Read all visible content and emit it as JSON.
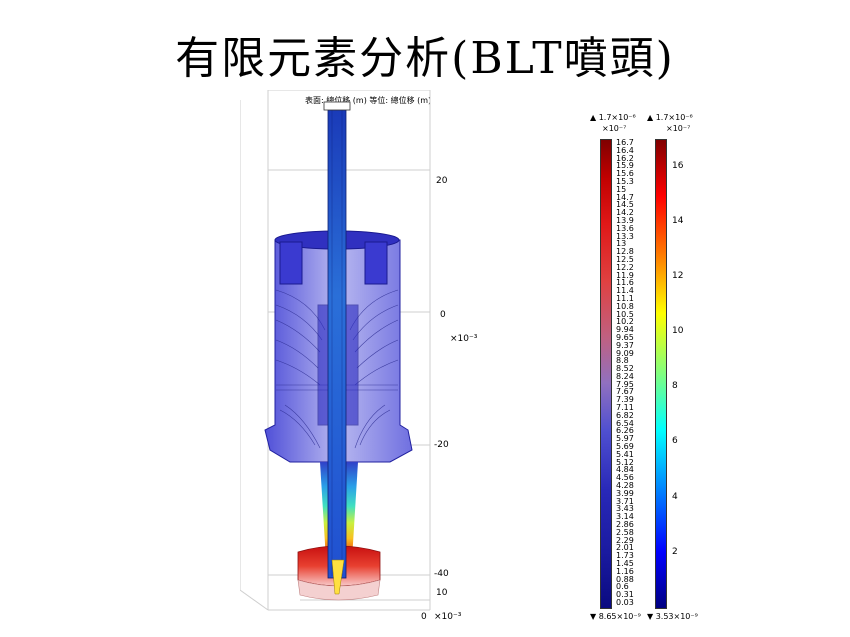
{
  "slide": {
    "title": "有限元素分析(BLT噴頭)"
  },
  "figure": {
    "caption": "表面: 總位移 (m)  等位: 總位移 (m)",
    "z_axis": {
      "ticks": [
        "20",
        "0",
        "-20",
        "-40"
      ],
      "unit": "×10⁻³"
    },
    "x_axis": {
      "ticks": [
        "10",
        "0"
      ],
      "unit": "×10⁻³"
    }
  },
  "legend_surface": {
    "max_label": "▲ 1.7×10⁻⁶",
    "scale_label": "×10⁻⁷",
    "min_label": "▼ 8.65×10⁻⁹",
    "values": [
      "16.7",
      "16.4",
      "16.2",
      "15.9",
      "15.6",
      "15.3",
      "15",
      "14.7",
      "14.5",
      "14.2",
      "13.9",
      "13.6",
      "13.3",
      "13",
      "12.8",
      "12.5",
      "12.2",
      "11.9",
      "11.6",
      "11.4",
      "11.1",
      "10.8",
      "10.5",
      "10.2",
      "9.94",
      "9.65",
      "9.37",
      "9.09",
      "8.8",
      "8.52",
      "8.24",
      "7.95",
      "7.67",
      "7.39",
      "7.11",
      "6.82",
      "6.54",
      "6.26",
      "5.97",
      "5.69",
      "5.41",
      "5.12",
      "4.84",
      "4.56",
      "4.28",
      "3.99",
      "3.71",
      "3.43",
      "3.14",
      "2.86",
      "2.58",
      "2.29",
      "2.01",
      "1.73",
      "1.45",
      "1.16",
      "0.88",
      "0.6",
      "0.31",
      "0.03"
    ],
    "colors": [
      "#7f0000",
      "#1a1aa0"
    ]
  },
  "legend_contour": {
    "max_label": "▲ 1.7×10⁻⁶",
    "scale_label": "×10⁻⁷",
    "min_label": "▼ 3.53×10⁻⁹",
    "ticks": [
      "16",
      "14",
      "12",
      "10",
      "8",
      "6",
      "4",
      "2"
    ],
    "tick_values": [
      16,
      14,
      12,
      10,
      8,
      6,
      4,
      2
    ],
    "range": [
      0.0353,
      17.0
    ]
  }
}
